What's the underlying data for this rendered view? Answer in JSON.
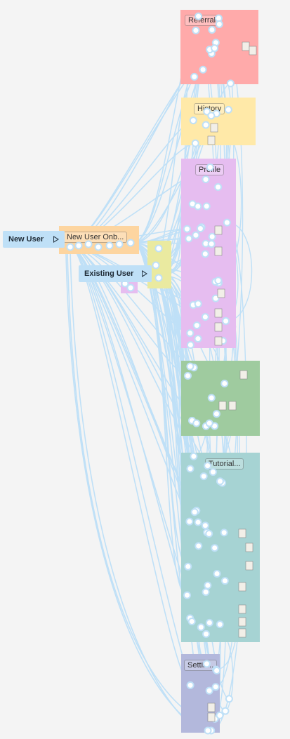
{
  "diagram": {
    "groups": [
      {
        "id": "g-new-user-onb",
        "label": "New User Onb...",
        "color": "#fdd5a0"
      },
      {
        "id": "g-purple-small",
        "label": "",
        "color": "#e6bdf0"
      },
      {
        "id": "g-yellow-small",
        "label": "",
        "color": "#eaeaa0"
      },
      {
        "id": "g-red",
        "label": "Referral",
        "color": "#ffaaaa"
      },
      {
        "id": "g-yellow",
        "label": "History",
        "color": "#ffe9a8"
      },
      {
        "id": "g-profile",
        "label": "Profile",
        "color": "#e6bdf0"
      },
      {
        "id": "g-green",
        "label": "",
        "color": "#9fcb9f"
      },
      {
        "id": "g-tutorial",
        "label": "Tutorial...",
        "color": "#a6d3d3"
      },
      {
        "id": "g-settings",
        "label": "Settin...",
        "color": "#b3b8dc"
      }
    ],
    "start_nodes": [
      {
        "id": "new-user",
        "label": "New User"
      },
      {
        "id": "existing-user",
        "label": "Existing User"
      }
    ],
    "edge_color": "#bfe0f7",
    "node_color": "#ffffff"
  }
}
